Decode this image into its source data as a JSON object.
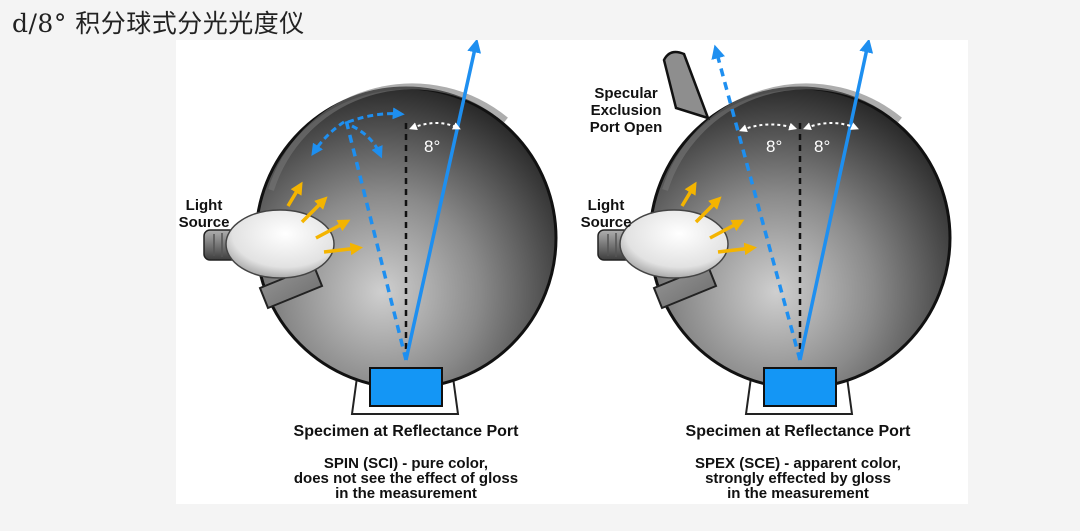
{
  "title": "d/8° 积分球式分光光度仪",
  "left": {
    "light_source": [
      "Light",
      "Source"
    ],
    "angle": "8°",
    "specimen": "Specimen at Reflectance Port",
    "caption": [
      "SPIN (SCI) - pure color,",
      "does not see the effect of gloss",
      "in the measurement"
    ]
  },
  "right": {
    "light_source": [
      "Light",
      "Source"
    ],
    "port": [
      "Specular",
      "Exclusion",
      "Port Open"
    ],
    "angle_left": "8°",
    "angle_right": "8°",
    "specimen": "Specimen at Reflectance Port",
    "caption": [
      "SPEX (SCE) - apparent color,",
      "strongly effected by gloss",
      "in the measurement"
    ]
  },
  "colors": {
    "beam": "#1e8ff0",
    "light_arrow": "#f4b400",
    "specimen": "#1496f5",
    "sphere_dark": "#1f1f1f",
    "sphere_light": "#c8c8c8"
  }
}
